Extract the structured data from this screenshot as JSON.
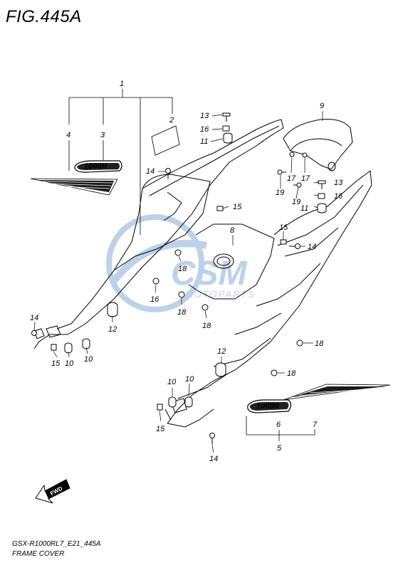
{
  "figure": {
    "title": "FIG.445A",
    "footer_line1": "GSX-R1000RL7_E21_445A",
    "footer_line2": "FRAME COVER",
    "fwd_label": "FWD",
    "emblem_text": "1000R",
    "watermark": {
      "big": "CSM",
      "small": "MOTOPARTS"
    }
  },
  "parts": [
    {
      "ref": "1"
    },
    {
      "ref": "2"
    },
    {
      "ref": "3"
    },
    {
      "ref": "4"
    },
    {
      "ref": "5"
    },
    {
      "ref": "6"
    },
    {
      "ref": "7"
    },
    {
      "ref": "8"
    },
    {
      "ref": "9"
    },
    {
      "ref": "10"
    },
    {
      "ref": "11"
    },
    {
      "ref": "12"
    },
    {
      "ref": "13"
    },
    {
      "ref": "14"
    },
    {
      "ref": "15"
    },
    {
      "ref": "16"
    },
    {
      "ref": "17"
    },
    {
      "ref": "18"
    },
    {
      "ref": "19"
    }
  ],
  "callouts": [
    {
      "label": "1"
    },
    {
      "label": "2"
    },
    {
      "label": "3"
    },
    {
      "label": "4"
    },
    {
      "label": "13"
    },
    {
      "label": "16"
    },
    {
      "label": "11"
    },
    {
      "label": "9"
    },
    {
      "label": "14"
    },
    {
      "label": "17"
    },
    {
      "label": "17"
    },
    {
      "label": "13"
    },
    {
      "label": "19"
    },
    {
      "label": "19"
    },
    {
      "label": "16"
    },
    {
      "label": "11"
    },
    {
      "label": "15"
    },
    {
      "label": "8"
    },
    {
      "label": "15"
    },
    {
      "label": "14"
    },
    {
      "label": "18"
    },
    {
      "label": "16"
    },
    {
      "label": "18"
    },
    {
      "label": "18"
    },
    {
      "label": "14"
    },
    {
      "label": "12"
    },
    {
      "label": "15"
    },
    {
      "label": "10"
    },
    {
      "label": "10"
    },
    {
      "label": "18"
    },
    {
      "label": "12"
    },
    {
      "label": "18"
    },
    {
      "label": "10"
    },
    {
      "label": "10"
    },
    {
      "label": "15"
    },
    {
      "label": "14"
    },
    {
      "label": "6"
    },
    {
      "label": "7"
    },
    {
      "label": "5"
    }
  ],
  "colors": {
    "line": "#000000",
    "watermark": "#3f7fc6",
    "emblem_fill": "#ffffff",
    "stripe_dark": "#1a1a1a"
  }
}
